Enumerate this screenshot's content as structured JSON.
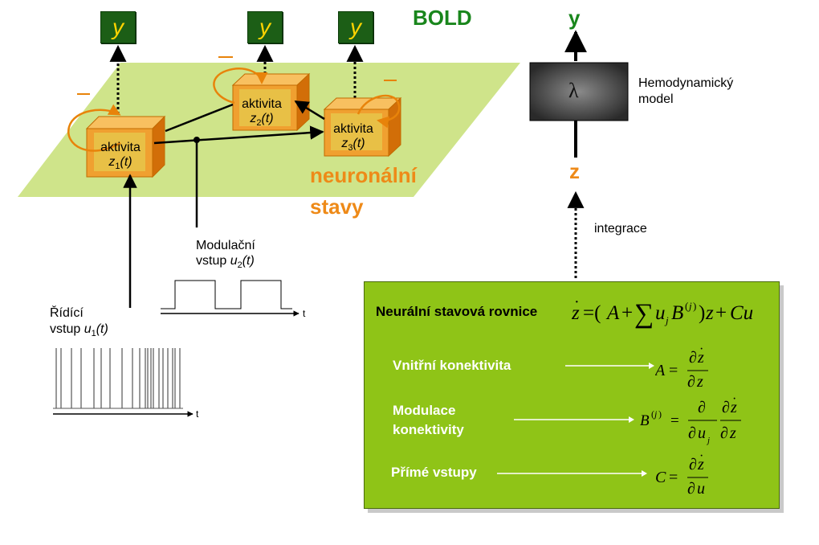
{
  "bold_label": "BOLD",
  "outputs": {
    "y1": "y",
    "y2": "y",
    "y3": "y"
  },
  "nodes": {
    "z1": {
      "label": "aktivita",
      "var": "z",
      "sub": "1",
      "arg": "(t)"
    },
    "z2": {
      "label": "aktivita",
      "var": "z",
      "sub": "2",
      "arg": "(t)"
    },
    "z3": {
      "label": "aktivita",
      "var": "z",
      "sub": "3",
      "arg": "(t)"
    }
  },
  "neuronal_states": {
    "line1": "neuronální",
    "line2": "stavy"
  },
  "modulatory_input": {
    "line1": "Modulační",
    "line2_prefix": "vstup ",
    "var": "u",
    "sub": "2",
    "arg": "(t)",
    "axis_label": "t"
  },
  "driving_input": {
    "line1": "Řídící",
    "line2_prefix": "vstup ",
    "var": "u",
    "sub": "1",
    "arg": "(t)",
    "axis_label": "t"
  },
  "hemodynamic": {
    "output": "y",
    "symbol": "λ",
    "label_line1": "Hemodynamický",
    "label_line2": "model",
    "input": "z",
    "integration": "integrace"
  },
  "equations": {
    "title": "Neurální stavová rovnice",
    "state_eq": "ż = (A + Σ u_j B^(j)) z + Cu",
    "intrinsic": {
      "label": "Vnitřní konektivita",
      "formula": "A = ∂ż/∂z"
    },
    "modulation": {
      "label_line1": "Modulace",
      "label_line2": "konektivity",
      "formula": "B^(j) = ∂/∂u_j ∂ż/∂z"
    },
    "direct": {
      "label": "Přímé vstupy",
      "formula": "C = ∂ż/∂u"
    }
  },
  "colors": {
    "plane": "#cfe48a",
    "node_front": "#f0a030",
    "node_inner": "#e8c046",
    "output_box": "#1c5e16",
    "output_text": "#ffd400",
    "panel": "#8fc417",
    "accent_orange": "#ee8a18",
    "bold_green": "#19861c"
  }
}
